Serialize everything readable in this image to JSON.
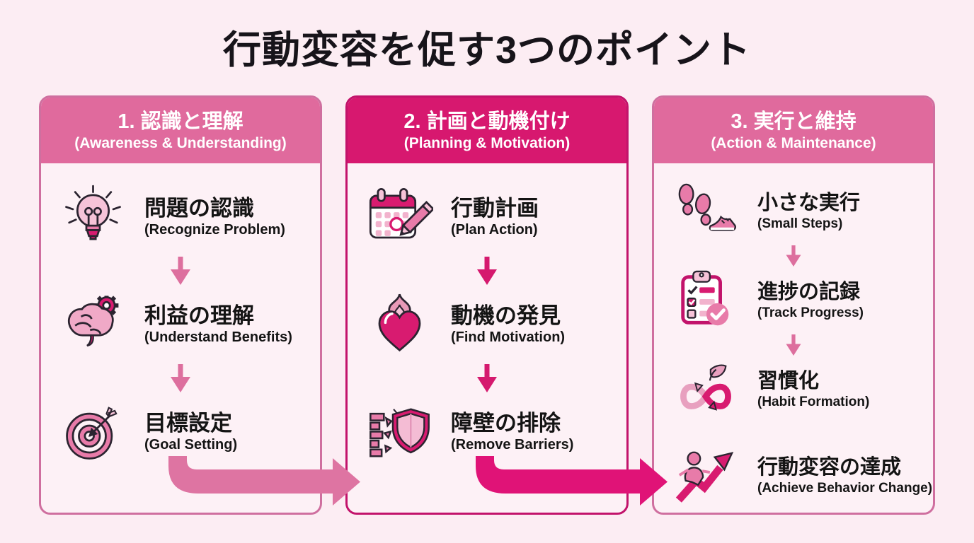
{
  "title": "行動変容を促す3つのポイント",
  "colors": {
    "background": "#fcedf3",
    "card_fill": "#fdf1f6",
    "pink_medium": "#e06a9d",
    "pink_dark": "#d7186f",
    "step_arrow_pink": "#dd6f9e",
    "step_arrow_magenta": "#d5196e",
    "flow_arrow_1": "#de74a2",
    "flow_arrow_2": "#e01377",
    "text_dark": "#141414"
  },
  "columns": [
    {
      "header": {
        "jp": "1. 認識と理解",
        "en": "(Awareness & Understanding)"
      },
      "items": [
        {
          "icon": "lightbulb-icon",
          "jp": "問題の認識",
          "en": "(Recognize Problem)"
        },
        {
          "icon": "brain-gear-icon",
          "jp": "利益の理解",
          "en": "(Understand Benefits)"
        },
        {
          "icon": "target-arrow-icon",
          "jp": "目標設定",
          "en": "(Goal Setting)"
        }
      ]
    },
    {
      "header": {
        "jp": "2. 計画と動機付け",
        "en": "(Planning & Motivation)"
      },
      "items": [
        {
          "icon": "calendar-pencil-icon",
          "jp": "行動計画",
          "en": "(Plan Action)"
        },
        {
          "icon": "flaming-heart-icon",
          "jp": "動機の発見",
          "en": "(Find Motivation)"
        },
        {
          "icon": "wall-shield-icon",
          "jp": "障壁の排除",
          "en": "(Remove Barriers)"
        }
      ]
    },
    {
      "header": {
        "jp": "3. 実行と維持",
        "en": "(Action & Maintenance)"
      },
      "items": [
        {
          "icon": "footsteps-shoe-icon",
          "jp": "小さな実行",
          "en": "(Small Steps)"
        },
        {
          "icon": "clipboard-check-icon",
          "jp": "進捗の記録",
          "en": "(Track Progress)"
        },
        {
          "icon": "infinity-leaf-icon",
          "jp": "習慣化",
          "en": "(Habit Formation)"
        },
        {
          "icon": "person-growth-icon",
          "jp": "行動変容の達成",
          "en": "(Achieve Behavior Change)"
        }
      ]
    }
  ],
  "flow_arrows": [
    {
      "from": "column-1",
      "to": "column-2"
    },
    {
      "from": "column-2",
      "to": "column-3"
    }
  ]
}
